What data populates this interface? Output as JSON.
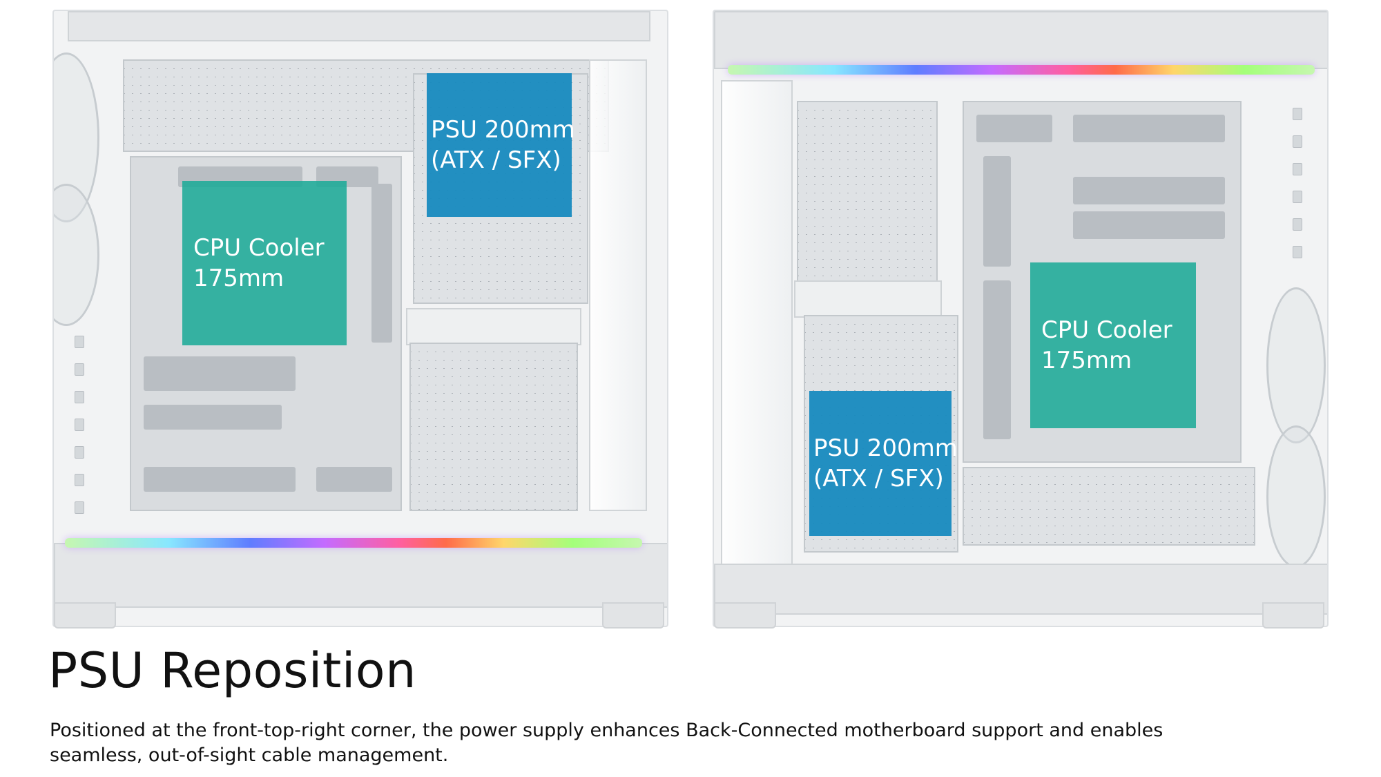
{
  "left_panel": {
    "psu_overlay": {
      "line1": "PSU 200mm",
      "line2": "(ATX / SFX)"
    },
    "cpu_overlay": {
      "line1": "CPU Cooler",
      "line2": "175mm"
    }
  },
  "right_panel": {
    "psu_overlay": {
      "line1": "PSU 200mm",
      "line2": "(ATX / SFX)"
    },
    "cpu_overlay": {
      "line1": "CPU Cooler",
      "line2": "175mm"
    }
  },
  "heading": "PSU Reposition",
  "description": "Positioned at the front-top-right corner, the power supply enhances Back-Connected motherboard support and enables seamless, out-of-sight cable management.",
  "colors": {
    "psu_overlay": "#1689be",
    "cpu_overlay": "#1aaa96",
    "text": "#111111"
  }
}
